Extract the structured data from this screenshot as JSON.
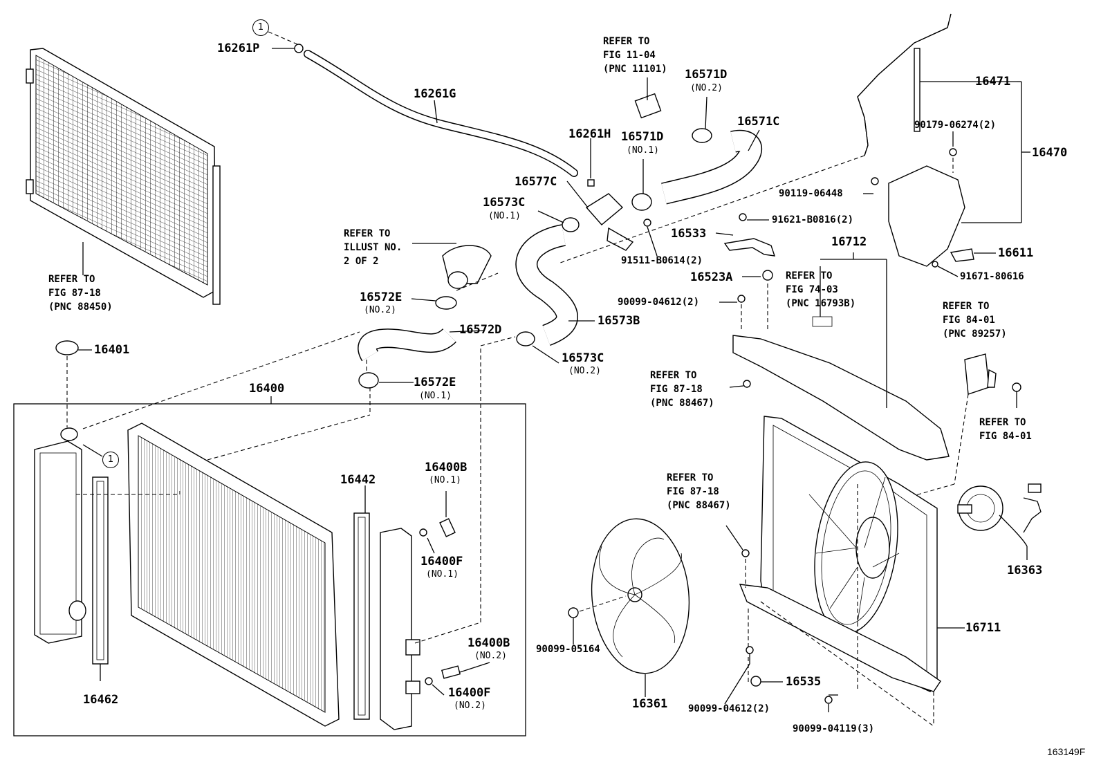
{
  "diagram_code": "163149F",
  "callout": "1",
  "parts": {
    "p16261P": "16261P",
    "p16261G": "16261G",
    "p16261H": "16261H",
    "p16571D_a": "16571D",
    "p16571D_a_sub": "(NO.2)",
    "p16571D_b": "16571D",
    "p16571D_b_sub": "(NO.1)",
    "p16571C": "16571C",
    "p16577C": "16577C",
    "p16573C_a": "16573C",
    "p16573C_a_sub": "(NO.1)",
    "p16573B": "16573B",
    "p16573C_b": "16573C",
    "p16573C_b_sub": "(NO.2)",
    "p16572E_a": "16572E",
    "p16572E_a_sub": "(NO.2)",
    "p16572D": "16572D",
    "p16572E_b": "16572E",
    "p16572E_b_sub": "(NO.1)",
    "p16401": "16401",
    "p16400": "16400",
    "p16442": "16442",
    "p16400B_a": "16400B",
    "p16400B_a_sub": "(NO.1)",
    "p16400F_a": "16400F",
    "p16400F_a_sub": "(NO.1)",
    "p16400B_b": "16400B",
    "p16400B_b_sub": "(NO.2)",
    "p16400F_b": "16400F",
    "p16400F_b_sub": "(NO.2)",
    "p16462": "16462",
    "p16471": "16471",
    "p16470": "16470",
    "p90179": "90179-06274(2)",
    "p90119": "90119-06448",
    "p91621": "91621-B0816(2)",
    "p16533": "16533",
    "p91511": "91511-B0614(2)",
    "p16712": "16712",
    "p16611": "16611",
    "p91671": "91671-80616",
    "p16523A": "16523A",
    "p90099_04612_a": "90099-04612(2)",
    "p16363": "16363",
    "p16711": "16711",
    "p16535": "16535",
    "p90099_05164": "90099-05164",
    "p16361": "16361",
    "p90099_04612_b": "90099-04612(2)",
    "p90099_04119": "90099-04119(3)"
  },
  "refers": {
    "r_fig_11_04": "REFER TO\nFIG 11-04\n(PNC 11101)",
    "r_illust": "REFER TO\nILLUST NO.\n2 OF 2",
    "r_fig_87_18_88450": "REFER TO\nFIG 87-18\n(PNC 88450)",
    "r_fig_74_03": "REFER TO\nFIG 74-03\n(PNC 16793B)",
    "r_fig_84_01_89257": "REFER TO\nFIG 84-01\n(PNC 89257)",
    "r_fig_87_18_88467_a": "REFER TO\nFIG 87-18\n(PNC 88467)",
    "r_fig_84_01": "REFER TO\nFIG 84-01",
    "r_fig_87_18_88467_b": "REFER TO\nFIG 87-18\n(PNC 88467)"
  }
}
